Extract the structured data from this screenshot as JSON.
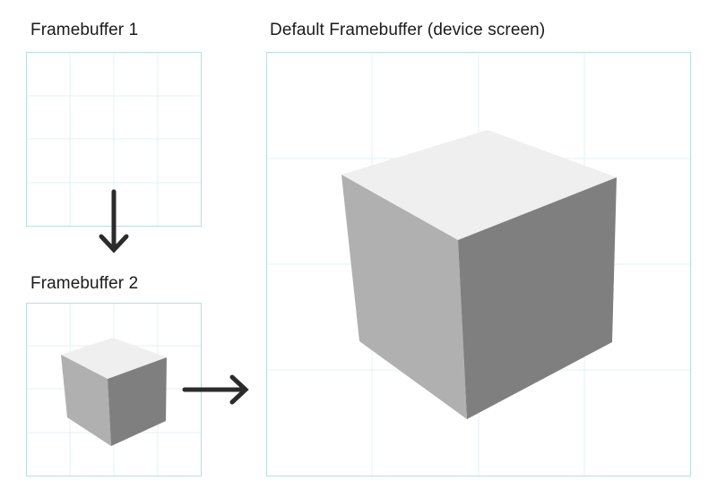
{
  "labels": {
    "framebuffer1": "Framebuffer 1",
    "framebuffer2": "Framebuffer 2",
    "default_framebuffer": "Default Framebuffer (device screen)"
  },
  "colors": {
    "grid_border": "#b9dde3",
    "grid_line": "#e6f1f3",
    "arrow": "#2b2b2b",
    "cube_top": "#efefef",
    "cube_left": "#b0b0b0",
    "cube_right": "#7f7f7f"
  }
}
